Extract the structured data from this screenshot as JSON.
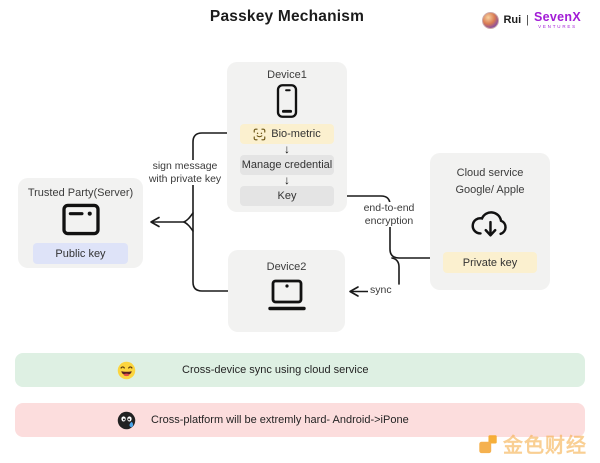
{
  "page": {
    "title": "Passkey Mechanism"
  },
  "header": {
    "author": "Rui",
    "divider": "|",
    "brand": "SevenX",
    "brand_subtitle": "VENTURES"
  },
  "diagram": {
    "device1": {
      "title": "Device1",
      "biometric_label": "Bio-metric",
      "manage_label": "Manage credential",
      "key_label": "Key",
      "down_arrow": "↓"
    },
    "trusted_party": {
      "title": "Trusted Party(Server)",
      "key_label": "Public key"
    },
    "cloud": {
      "title_line1": "Cloud service",
      "title_line2": "Google/ Apple",
      "key_label": "Private key"
    },
    "device2": {
      "title": "Device2"
    },
    "labels": {
      "sign_line1": "sign message",
      "sign_line2": "with private key",
      "e2e_line1": "end-to-end",
      "e2e_line2": "encryption",
      "sync": "sync"
    }
  },
  "notes": {
    "positive": {
      "icon": "laughing-face-emoji",
      "text": "Cross-device sync using cloud service"
    },
    "negative": {
      "icon": "dark-sweat-face-emoji",
      "text": "Cross-platform will be extremly hard- Android->iPone"
    }
  },
  "watermark": {
    "brand": "金色财经"
  },
  "colors": {
    "node_box": "#f2f2f1",
    "accent_yellow": "#fbf0cf",
    "accent_lavender": "#dee3f8",
    "note_green": "#def0e3",
    "note_pink": "#fcdddd",
    "brand_purple": "#a21cd6",
    "watermark_orange": "#f5a93c"
  }
}
